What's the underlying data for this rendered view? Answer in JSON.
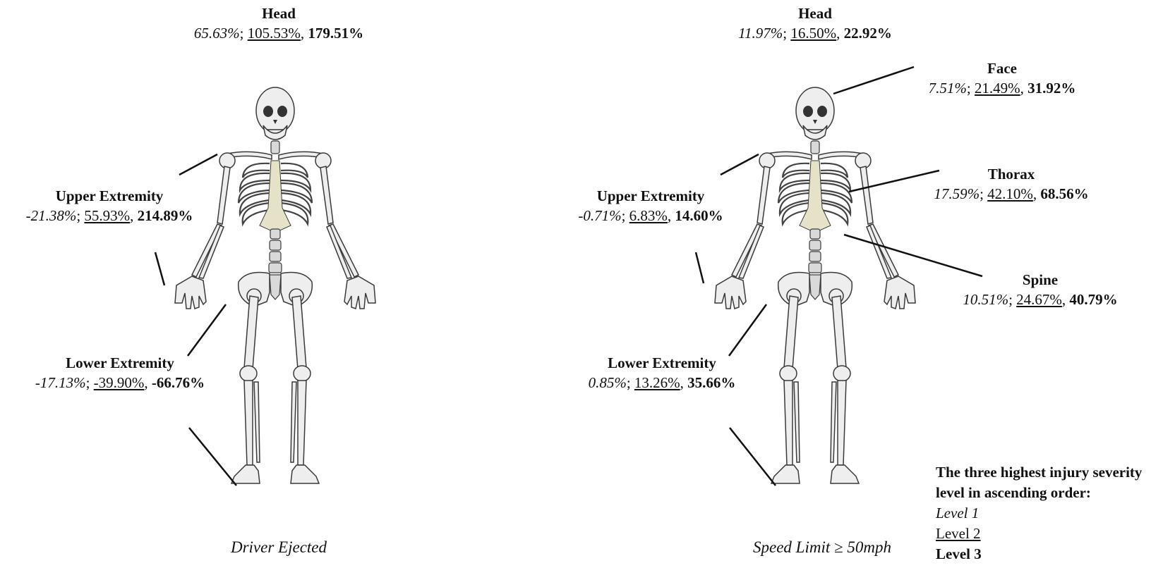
{
  "panels": [
    {
      "caption": "Driver Ejected",
      "head": {
        "name": "Head",
        "l1": "65.63%",
        "l2": "105.53%",
        "l3": "179.51%"
      },
      "upper": {
        "name": "Upper Extremity",
        "l1": "-21.38%",
        "l2": "55.93%",
        "l3": "214.89%"
      },
      "lower": {
        "name": "Lower Extremity",
        "l1": "-17.13%",
        "l2": "-39.90%",
        "l3": "-66.76%"
      }
    },
    {
      "caption": "Speed Limit ≥ 50mph",
      "head": {
        "name": "Head",
        "l1": "11.97%",
        "l2": "16.50%",
        "l3": "22.92%"
      },
      "face": {
        "name": "Face",
        "l1": "7.51%",
        "l2": "21.49%",
        "l3": "31.92%"
      },
      "thorax": {
        "name": "Thorax",
        "l1": "17.59%",
        "l2": "42.10%",
        "l3": "68.56%"
      },
      "spine": {
        "name": "Spine",
        "l1": "10.51%",
        "l2": "24.67%",
        "l3": "40.79%"
      },
      "upper": {
        "name": "Upper Extremity",
        "l1": "-0.71%",
        "l2": "6.83%",
        "l3": "14.60%"
      },
      "lower": {
        "name": "Lower Extremity",
        "l1": "0.85%",
        "l2": "13.26%",
        "l3": "35.66%"
      }
    }
  ],
  "legend": {
    "title": "The three highest injury severity level in ascending order:",
    "level1": "Level 1",
    "level2": "Level 2",
    "level3": "Level 3"
  }
}
